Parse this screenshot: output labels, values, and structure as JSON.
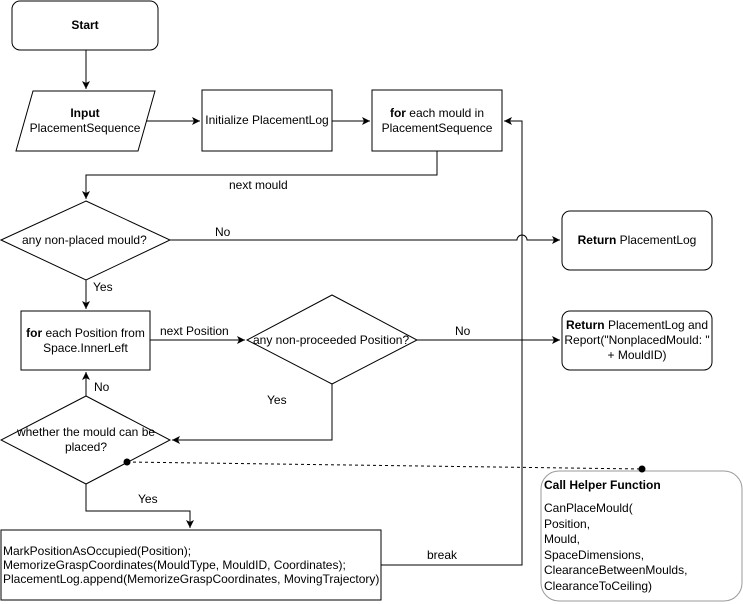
{
  "start": "Start",
  "input": {
    "bold": "Input",
    "text": "PlacementSequence"
  },
  "init": "Initialize PlacementLog",
  "for_mould": {
    "bold": "for",
    "text": " each mould in PlacementSequence"
  },
  "next_mould": "next mould",
  "any_nonplaced": "any non-placed mould?",
  "no1": "No",
  "return_log": {
    "bold": "Return",
    "text": " PlacementLog"
  },
  "yes1": "Yes",
  "for_position": {
    "bold": "for",
    "text": " each Position from Space.InnerLeft"
  },
  "next_position": "next Position",
  "any_nonproceeded": "any non-proceeded Position?",
  "no2": "No",
  "return_report": {
    "bold": "Return",
    "line1": " PlacementLog and",
    "line2": "Report(\"NonplacedMould: \"",
    "line3": "+ MouldID)"
  },
  "yes2": "Yes",
  "no3": "No",
  "can_be_placed": {
    "line1": "whether the mould can be",
    "line2": "placed?"
  },
  "yes3": "Yes",
  "action": {
    "line1": "MarkPositionAsOccupied(Position);",
    "line2": "MemorizeGraspCoordinates(MouldType, MouldID, Coordinates);",
    "line3": "PlacementLog.append(MemorizeGraspCoordinates, MovingTrajectory)"
  },
  "break": "break",
  "helper": {
    "title": "Call Helper Function",
    "lines": [
      "CanPlaceMould(",
      "Position,",
      "Mould,",
      "SpaceDimensions,",
      "ClearanceBetweenMoulds,",
      "ClearanceToCeiling)"
    ]
  }
}
